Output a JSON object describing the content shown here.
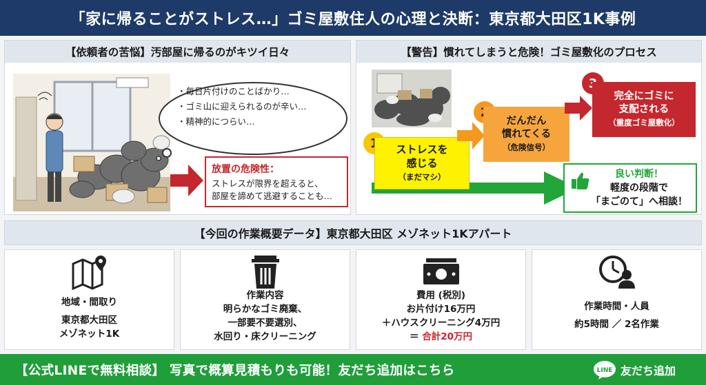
{
  "header": {
    "title": "「家に帰ることがストレス…」ゴミ屋敷住人の心理と決断：東京都大田区1K事例"
  },
  "left_panel": {
    "heading": "【依頼者の苦悩】汚部屋に帰るのがキツイ日々",
    "thoughts": [
      "・毎日片付けのことばかり…",
      "・ゴミ山に迎えられるのが辛い…",
      "・精神的につらい…"
    ],
    "danger_title": "放置の危険性：",
    "danger_text": [
      "ストレスが限界を超えると、",
      "部屋を諦めて逃避することも…"
    ]
  },
  "right_panel": {
    "heading": "【警告】慣れてしまうと危険！ゴミ屋敷化のプロセス",
    "steps": [
      {
        "number": "1",
        "lines": [
          "ストレスを",
          "感じる"
        ],
        "sub": "（まだマシ）"
      },
      {
        "number": "2",
        "lines": [
          "だんだん",
          "慣れてくる"
        ],
        "sub": "（危険信号）"
      },
      {
        "number": "3",
        "lines": [
          "完全にゴミに",
          "支配される"
        ],
        "sub": "（重度ゴミ屋敷化）"
      }
    ],
    "good": {
      "title": "良い判断！",
      "lines": [
        "軽度の段階で",
        "「まごのて」へ相談！"
      ]
    }
  },
  "data_section": {
    "heading": "【今回の作業概要データ】東京都大田区 メゾネット1Kアパート",
    "cards": [
      {
        "icon": "map-pin-icon",
        "lines": [
          "地域・間取り",
          "東京都大田区",
          "メゾネット1K"
        ]
      },
      {
        "icon": "trash-can-icon",
        "lines": [
          "作業内容",
          "明らかなゴミ廃棄、",
          "一部要不要選別、",
          "水回り・床クリーニング"
        ]
      },
      {
        "icon": "money-icon",
        "lines": [
          "費用 (税別)",
          "お片付け16万円",
          "＋ハウスクリーニング4万円"
        ],
        "total_prefix": "＝ ",
        "total": "合計20万円"
      },
      {
        "icon": "clock-person-icon",
        "lines": [
          "作業時間・人員",
          "約5時間 ／ 2名作業"
        ]
      }
    ]
  },
  "footer": {
    "main": "【公式LINEで無料相談】 写真で概算見積もりも可能！友だち追加はこちら",
    "line_badge": "LINE",
    "line_label": "友だち追加"
  },
  "colors": {
    "navy": "#1d3a68",
    "green": "#1f9e3a",
    "red": "#c4272d",
    "yellow": "#fff200",
    "orange": "#f6a53d"
  }
}
